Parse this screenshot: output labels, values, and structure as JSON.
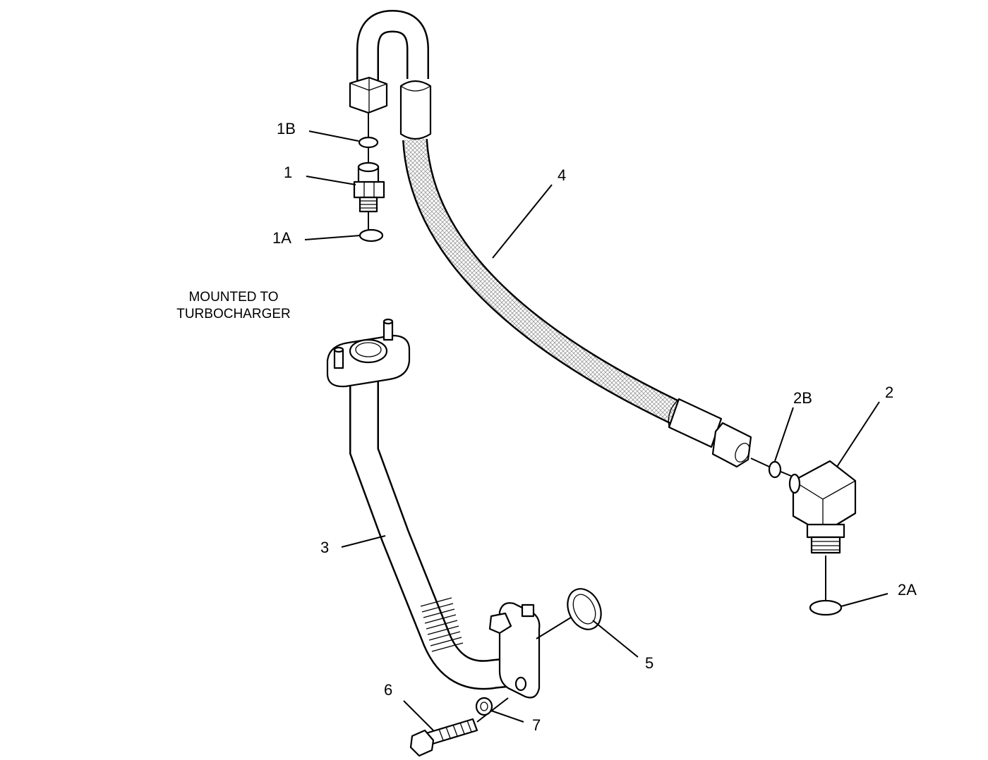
{
  "note": {
    "line1": "MOUNTED TO",
    "line2": "TURBOCHARGER"
  },
  "callouts": {
    "c1": "1",
    "c1a": "1A",
    "c1b": "1B",
    "c2": "2",
    "c2a": "2A",
    "c2b": "2B",
    "c3": "3",
    "c4": "4",
    "c5": "5",
    "c6": "6",
    "c7": "7"
  },
  "colors": {
    "line": "#000000",
    "background": "#ffffff",
    "hose_texture": "#999999"
  }
}
